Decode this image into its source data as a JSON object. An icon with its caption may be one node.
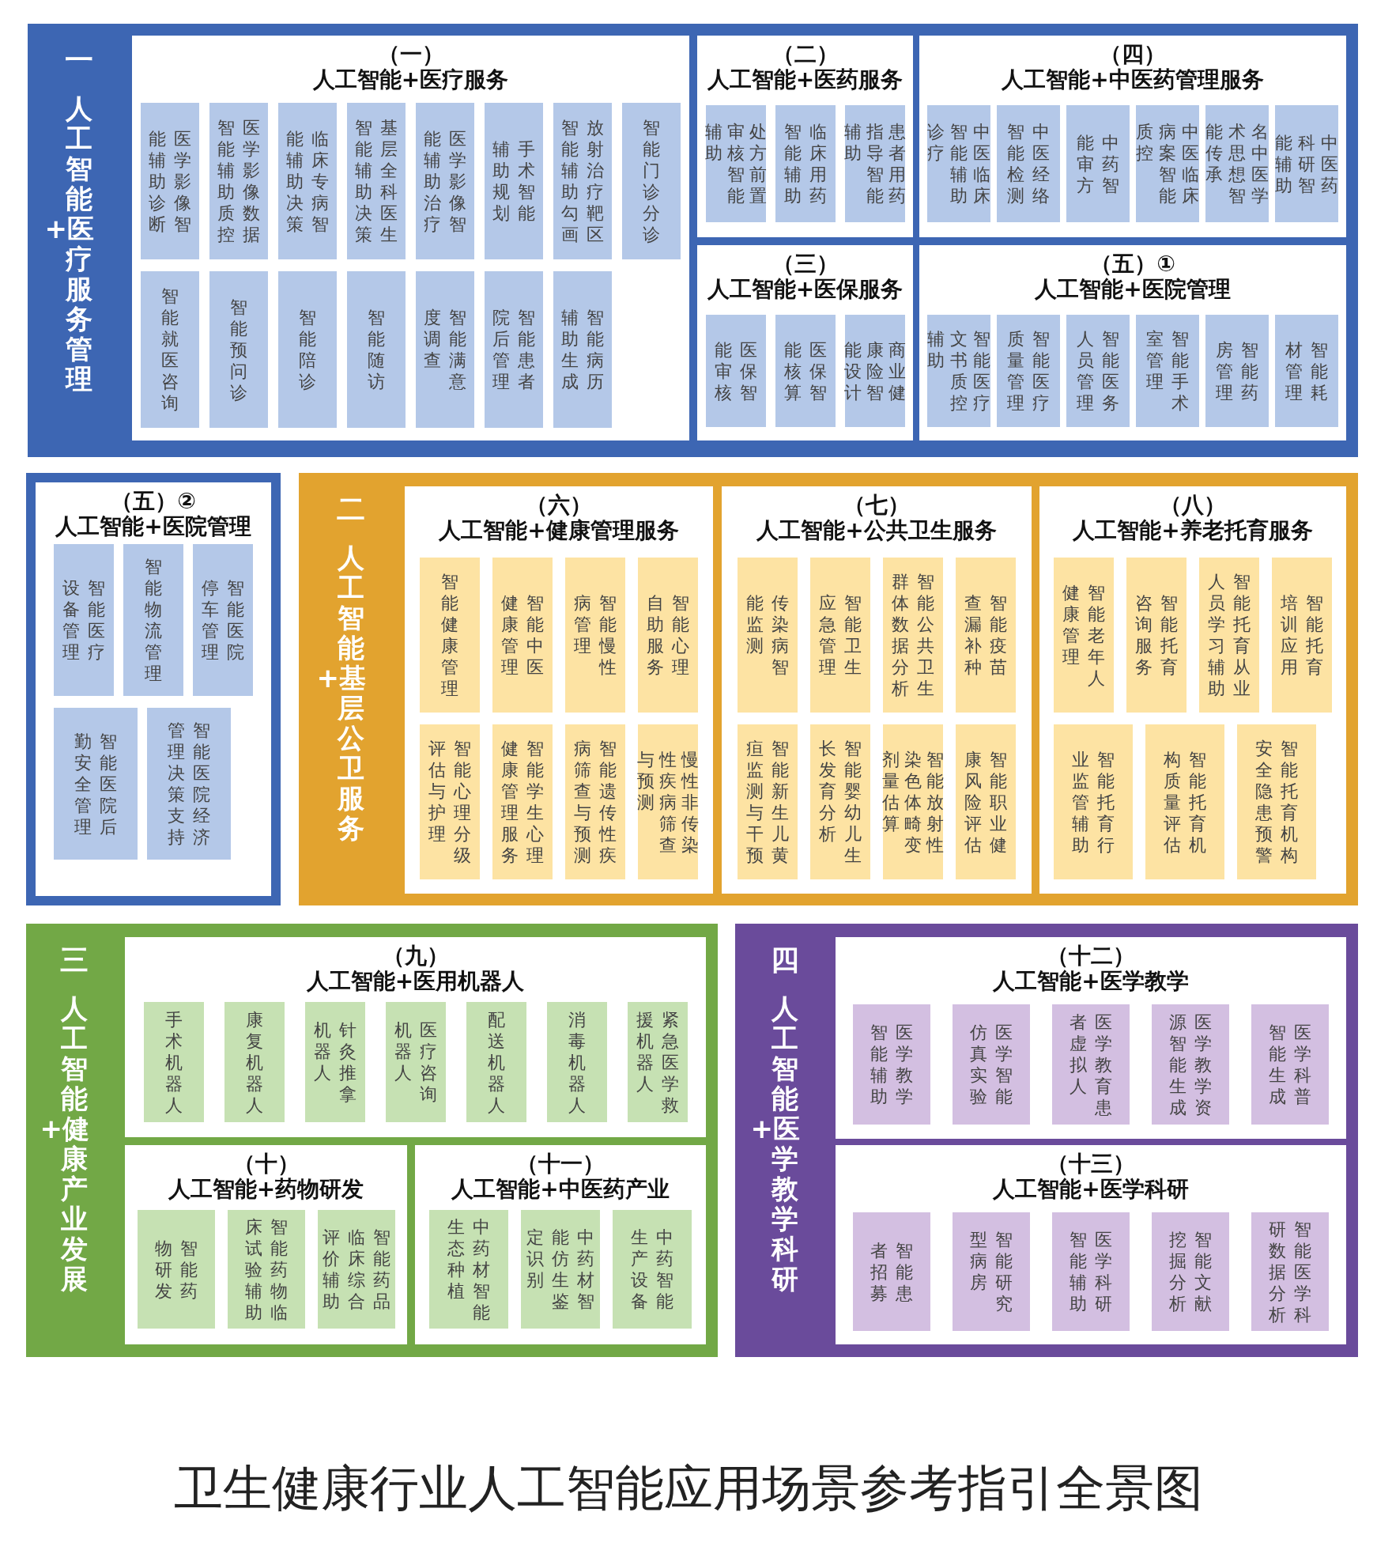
{
  "diagram": {
    "caption": "卫生健康行业人工智能应用场景参考指引全景图",
    "nodes": [
      {
        "text": [
          "一",
          "人工智能+医疗服务管理"
        ]
      },
      {
        "text": [
          "（一）",
          "人工智能+医疗服务"
        ],
        "in": 0
      },
      {
        "text": [
          "医学影像智能辅助诊断"
        ],
        "in": 1
      },
      {
        "text": [
          "医学影像数据智能辅助质控"
        ],
        "in": 1
      },
      {
        "text": [
          "临床专病智能辅助决策"
        ],
        "in": 1
      },
      {
        "text": [
          "基层全科医生智能辅助决策"
        ],
        "in": 1
      },
      {
        "text": [
          "医学影像智能辅助治疗"
        ],
        "in": 1
      },
      {
        "text": [
          "手术智能辅助规划"
        ],
        "in": 1
      },
      {
        "text": [
          "放射治疗靶区智能辅助勾画"
        ],
        "in": 1
      },
      {
        "text": [
          "智能门诊分诊"
        ],
        "in": 1
      },
      {
        "text": [
          "智能就医咨询"
        ],
        "in": 1
      },
      {
        "text": [
          "智能预问诊"
        ],
        "in": 1
      },
      {
        "text": [
          "智能陪诊"
        ],
        "in": 1
      },
      {
        "text": [
          "智能随访"
        ],
        "in": 1
      },
      {
        "text": [
          "智能满意度调查"
        ],
        "in": 1
      },
      {
        "text": [
          "智能患者院后管理"
        ],
        "in": 1
      },
      {
        "text": [
          "智能病历辅助生成"
        ],
        "in": 1
      },
      {
        "text": [
          "（二）",
          "人工智能+医药服务"
        ],
        "in": 0
      },
      {
        "text": [
          "处方前置审核智能辅助"
        ],
        "in": 17
      },
      {
        "text": [
          "临床用药智能辅助"
        ],
        "in": 17
      },
      {
        "text": [
          "患者用药指导智能辅助"
        ],
        "in": 17
      },
      {
        "text": [
          "（三）",
          "人工智能+医保服务"
        ],
        "in": 0
      },
      {
        "text": [
          "医保智能审核"
        ],
        "in": 21
      },
      {
        "text": [
          "医保智能核算"
        ],
        "in": 21
      },
      {
        "text": [
          "商业健康险智能设计"
        ],
        "in": 21
      },
      {
        "text": [
          "（四）",
          "人工智能+中医药管理服务"
        ],
        "in": 0
      },
      {
        "text": [
          "中医临床智能辅助诊疗"
        ],
        "in": 25
      },
      {
        "text": [
          "中医经络智能检测"
        ],
        "in": 25
      },
      {
        "text": [
          "中药智能审方"
        ],
        "in": 25
      },
      {
        "text": [
          "中医临床病案智能质控"
        ],
        "in": 25
      },
      {
        "text": [
          "名中医学术思想智能传承"
        ],
        "in": 25
      },
      {
        "text": [
          "中医药科研智能辅助"
        ],
        "in": 25
      },
      {
        "text": [
          "（五）①",
          "人工智能+医院管理"
        ],
        "in": 0
      },
      {
        "text": [
          "智能医疗文书质控辅助"
        ],
        "in": 32
      },
      {
        "text": [
          "智能医疗质量管理"
        ],
        "in": 32
      },
      {
        "text": [
          "智能医务人员管理"
        ],
        "in": 32
      },
      {
        "text": [
          "智能手术室管理"
        ],
        "in": 32
      },
      {
        "text": [
          "智能药房管理"
        ],
        "in": 32
      },
      {
        "text": [
          "智能耗材管理"
        ],
        "in": 32
      },
      {
        "text": [
          "（五）②",
          "人工智能+医院管理"
        ]
      },
      {
        "text": [
          "智能医疗设备管理"
        ],
        "in": 39
      },
      {
        "text": [
          "智能物流管理"
        ],
        "in": 39
      },
      {
        "text": [
          "智能医院停车管理"
        ],
        "in": 39
      },
      {
        "text": [
          "智能医院后勤安全管理"
        ],
        "in": 39
      },
      {
        "text": [
          "智能医院经济管理决策支持"
        ],
        "in": 39
      },
      {
        "text": [
          "二",
          "人工智能+基层公卫服务"
        ]
      },
      {
        "text": [
          "（六）",
          "人工智能+健康管理服务"
        ],
        "in": 45
      },
      {
        "text": [
          "智能健康管理"
        ],
        "in": 46
      },
      {
        "text": [
          "智能中医健康管理"
        ],
        "in": 46
      },
      {
        "text": [
          "智能慢性病管理"
        ],
        "in": 46
      },
      {
        "text": [
          "智能心理自助服务"
        ],
        "in": 46
      },
      {
        "text": [
          "智能心理分级评估与护理"
        ],
        "in": 46
      },
      {
        "text": [
          "智能学生心理健康管理服务"
        ],
        "in": 46
      },
      {
        "text": [
          "智能遗传性疾病筛查与预测"
        ],
        "in": 46
      },
      {
        "text": [
          "慢性非传染性疾病筛查与预测"
        ],
        "in": 46
      },
      {
        "text": [
          "（七）",
          "人工智能+公共卫生服务"
        ],
        "in": 45
      },
      {
        "text": [
          "传染病智能监测"
        ],
        "in": 55
      },
      {
        "text": [
          "智能卫生应急管理"
        ],
        "in": 55
      },
      {
        "text": [
          "智能公共卫生群体数据分析"
        ],
        "in": 55
      },
      {
        "text": [
          "智能疫苗查漏补种"
        ],
        "in": 55
      },
      {
        "text": [
          "智能新生儿黄疸监测与干预"
        ],
        "in": 55
      },
      {
        "text": [
          "智能婴幼儿生长发育分析"
        ],
        "in": 55
      },
      {
        "text": [
          "智能放射性染色体畸变剂量估算"
        ],
        "in": 55
      },
      {
        "text": [
          "智能职业健康风险评估"
        ],
        "in": 55
      },
      {
        "text": [
          "（八）",
          "人工智能+养老托育服务"
        ],
        "in": 45
      },
      {
        "text": [
          "智能老年人健康管理"
        ],
        "in": 64
      },
      {
        "text": [
          "智能托育咨询服务"
        ],
        "in": 64
      },
      {
        "text": [
          "智能托育从业人员学习辅助"
        ],
        "in": 64
      },
      {
        "text": [
          "智能托育培训应用"
        ],
        "in": 64
      },
      {
        "text": [
          "智能托育行业监管辅助"
        ],
        "in": 64
      },
      {
        "text": [
          "智能托育机构质量评估"
        ],
        "in": 64
      },
      {
        "text": [
          "智能托育机构安全隐患预警"
        ],
        "in": 64
      },
      {
        "text": [
          "三",
          "人工智能+健康产业发展"
        ]
      },
      {
        "text": [
          "（九）",
          "人工智能+医用机器人"
        ],
        "in": 72
      },
      {
        "text": [
          "手术机器人"
        ],
        "in": 73
      },
      {
        "text": [
          "康复机器人"
        ],
        "in": 73
      },
      {
        "text": [
          "针灸推拿机器人"
        ],
        "in": 73
      },
      {
        "text": [
          "医疗咨询机器人"
        ],
        "in": 73
      },
      {
        "text": [
          "配送机器人"
        ],
        "in": 73
      },
      {
        "text": [
          "消毒机器人"
        ],
        "in": 73
      },
      {
        "text": [
          "紧急医学救援机器人"
        ],
        "in": 73
      },
      {
        "text": [
          "（十）",
          "人工智能+药物研发"
        ],
        "in": 72
      },
      {
        "text": [
          "智能药物研发"
        ],
        "in": 81
      },
      {
        "text": [
          "智能药物临床试验辅助"
        ],
        "in": 81
      },
      {
        "text": [
          "智能药品临床综合评价辅助"
        ],
        "in": 81
      },
      {
        "text": [
          "（十一）",
          "人工智能+中医药产业"
        ],
        "in": 72
      },
      {
        "text": [
          "中药材智能生态种植"
        ],
        "in": 85
      },
      {
        "text": [
          "中药材智能仿生鉴定识别"
        ],
        "in": 85
      },
      {
        "text": [
          "中药智能生产设备"
        ],
        "in": 85
      },
      {
        "text": [
          "四",
          "人工智能+医学教学科研"
        ]
      },
      {
        "text": [
          "（十二）",
          "人工智能+医学教学"
        ],
        "in": 89
      },
      {
        "text": [
          "医学教学智能辅助"
        ],
        "in": 90
      },
      {
        "text": [
          "医学智能仿真实验"
        ],
        "in": 90
      },
      {
        "text": [
          "医学教育患者虚拟人"
        ],
        "in": 90
      },
      {
        "text": [
          "医学教学资源智能生成"
        ],
        "in": 90
      },
      {
        "text": [
          "医学科普智能生成"
        ],
        "in": 90
      },
      {
        "text": [
          "（十三）",
          "人工智能+医学科研"
        ],
        "in": 89
      },
      {
        "text": [
          "智能患者招募"
        ],
        "in": 96
      },
      {
        "text": [
          "智能研究型病房"
        ],
        "in": 96
      },
      {
        "text": [
          "医学科研智能辅助"
        ],
        "in": 96
      },
      {
        "text": [
          "智能文献挖掘分析"
        ],
        "in": 96
      },
      {
        "text": [
          "智能医学科研数据分析"
        ],
        "in": 96
      }
    ]
  }
}
